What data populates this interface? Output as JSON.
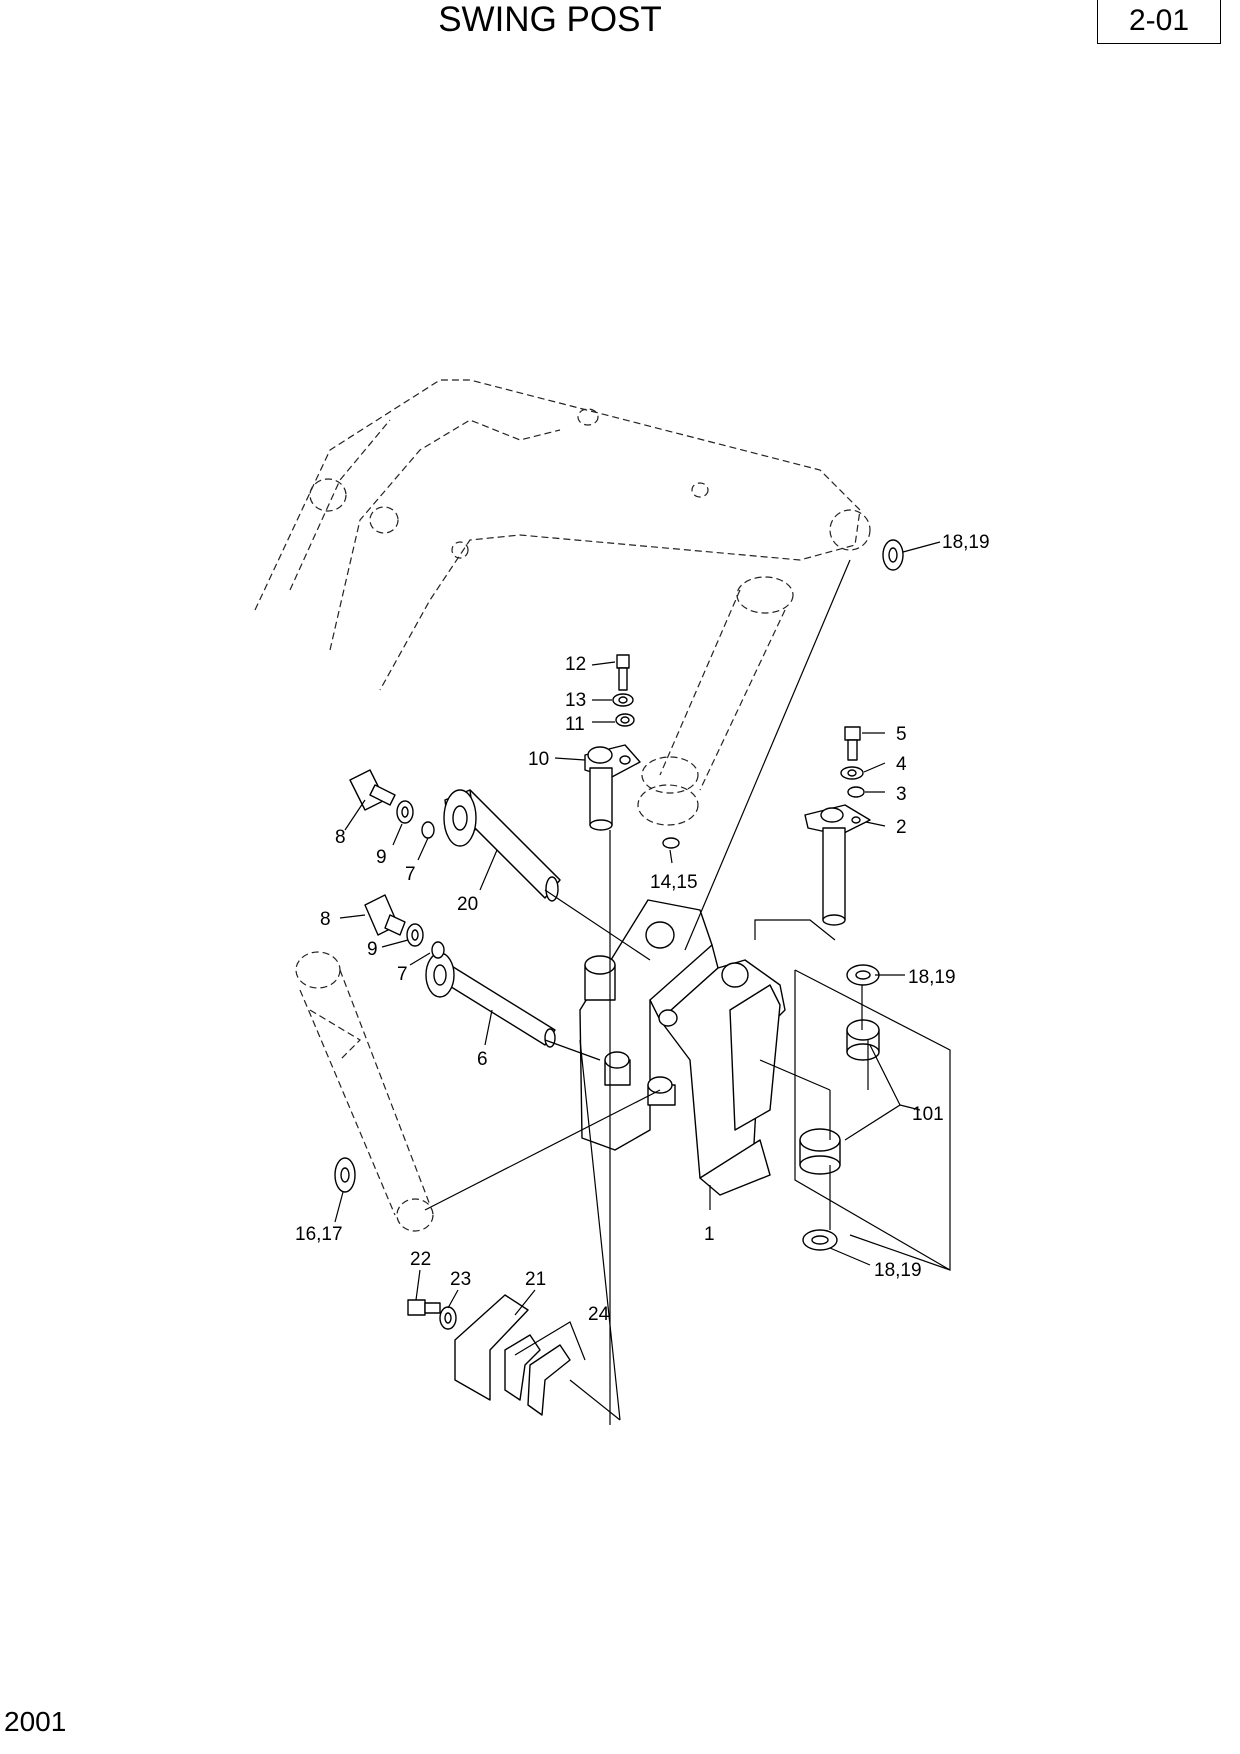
{
  "header": {
    "title": "SWING POST",
    "page_number": "2-01"
  },
  "footer": {
    "code": "2001"
  },
  "callouts": {
    "c1": "1",
    "c2": "2",
    "c3": "3",
    "c4": "4",
    "c5": "5",
    "c6": "6",
    "c7a": "7",
    "c7b": "7",
    "c8a": "8",
    "c8b": "8",
    "c9a": "9",
    "c9b": "9",
    "c10": "10",
    "c11": "11",
    "c12": "12",
    "c13": "13",
    "c14_15": "14,15",
    "c16_17": "16,17",
    "c18_19a": "18,19",
    "c18_19b": "18,19",
    "c18_19c": "18,19",
    "c20": "20",
    "c21": "21",
    "c22": "22",
    "c23": "23",
    "c24": "24",
    "c101": "101"
  }
}
